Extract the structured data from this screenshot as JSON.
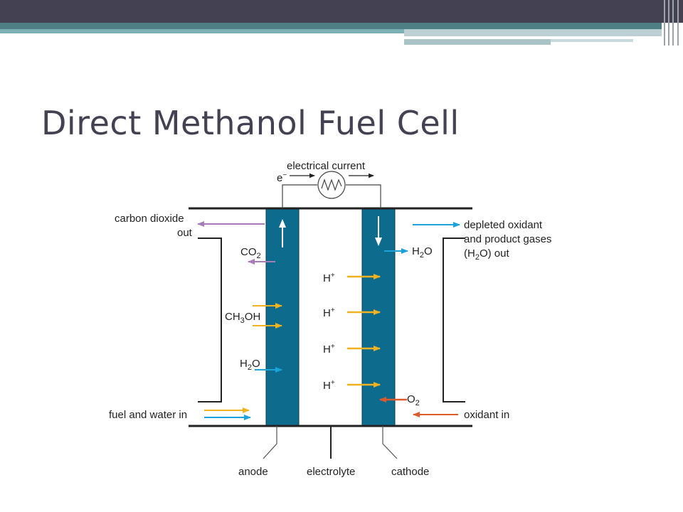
{
  "slide": {
    "title": "Direct Methanol Fuel Cell"
  },
  "diagram": {
    "electrical_current": "electrical current",
    "electron": "e",
    "electron_sup": "−",
    "carbon_dioxide": "carbon dioxide",
    "out": "out",
    "co2_main": "CO",
    "co2_sub": "2",
    "ch3oh_a": "CH",
    "ch3oh_sub": "3",
    "ch3oh_b": "OH",
    "h2o_main": "H",
    "h2o_sub": "2",
    "h2o_end": "O",
    "h_ion": "H",
    "h_ion_sup": "+",
    "o2_main": "O",
    "o2_sub": "2",
    "depleted_line1": "depleted oxidant",
    "depleted_line2": "and product gases",
    "depleted_line3_a": "(H",
    "depleted_line3_sub": "2",
    "depleted_line3_b": "O) out",
    "fuel_and_water_in": "fuel and water in",
    "oxidant_in": "oxidant in",
    "anode": "anode",
    "electrolyte": "electrolyte",
    "cathode": "cathode"
  },
  "colors": {
    "electrode": "#0d6b8e",
    "purple_arrow": "#a77ab9",
    "blue_arrow": "#1aa3dc",
    "yellow_arrow": "#f0b21e",
    "red_arrow": "#dd5b2b"
  }
}
